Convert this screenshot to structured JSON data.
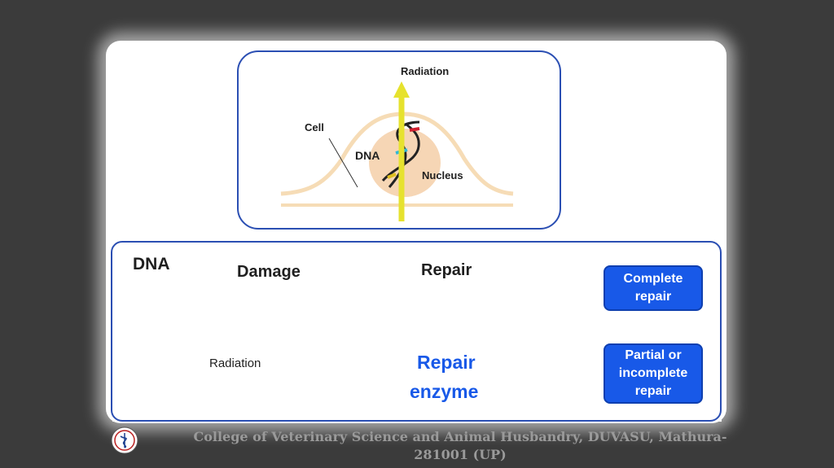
{
  "top_panel": {
    "radiation_label": "Radiation",
    "cell_label": "Cell",
    "dna_label": "DNA",
    "nucleus_label": "Nucleus"
  },
  "bottom_panel": {
    "dna_title": "DNA",
    "damage_title": "Damage",
    "repair_title": "Repair",
    "radiation_label": "Radiation",
    "repair_enzyme_line1": "Repair",
    "repair_enzyme_line2": "enzyme",
    "complete_repair": "Complete\nrepair",
    "partial_repair": "Partial or\nincomplete\nrepair"
  },
  "footer": {
    "line1": "College of Veterinary Science and Animal Husbandry, DUVASU, Mathura-",
    "line2": "281001 (UP)"
  },
  "colors": {
    "panel_border": "#2b4fb3",
    "outcome_box": "#1859e8",
    "radiation_arrow": "#e6e22e",
    "cell_outline": "#f6dcb6",
    "nucleus_fill": "#f4cfa8",
    "arrow_gray": "#bdbdbd"
  }
}
